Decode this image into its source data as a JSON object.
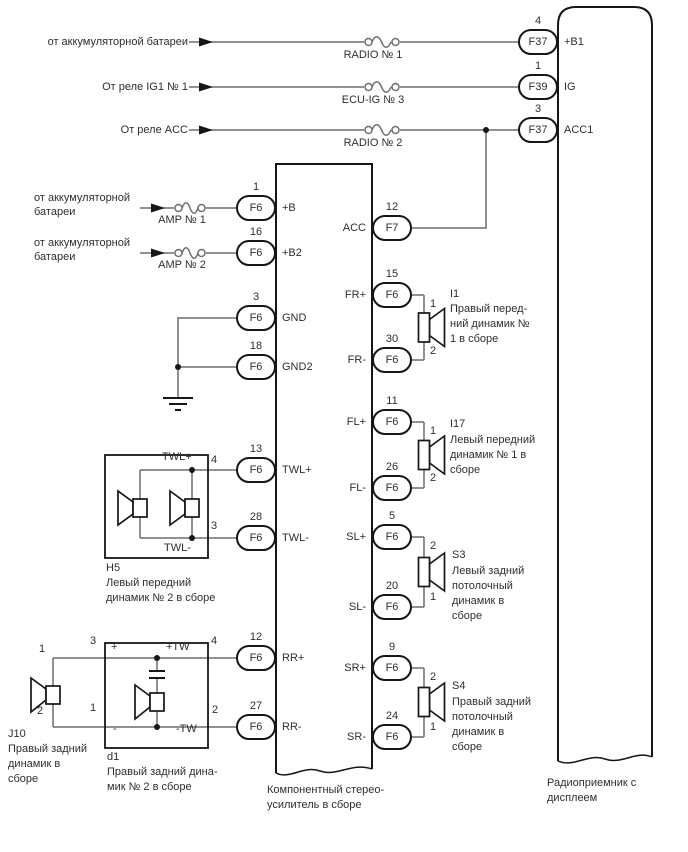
{
  "colors": {
    "wire": "#6a6f6f",
    "stroke": "#161616",
    "background": "#ffffff"
  },
  "sources": {
    "battery1": "от аккумуляторной батареи",
    "ig1_relay": "От реле IG1 № 1",
    "acc_relay": "От реле ACC",
    "battery_amp1": "от аккумуляторной\nбатареи",
    "battery_amp2": "от аккумуляторной\nбатареи"
  },
  "fuses": {
    "radio1": "RADIO № 1",
    "ecu_ig3": "ECU-IG № 3",
    "radio2": "RADIO № 2",
    "amp1": "AMP № 1",
    "amp2": "AMP № 2"
  },
  "radio": {
    "label": "Радиоприемник с\nдисплеем",
    "pins": [
      {
        "num": "4",
        "conn": "F37",
        "name": "+B1"
      },
      {
        "num": "1",
        "conn": "F39",
        "name": "IG"
      },
      {
        "num": "3",
        "conn": "F37",
        "name": "ACC1"
      }
    ]
  },
  "amp": {
    "label": "Компонентный стерео-\nусилитель в сборе",
    "left_pins": [
      {
        "num": "1",
        "conn": "F6",
        "name": "+B"
      },
      {
        "num": "16",
        "conn": "F6",
        "name": "+B2"
      },
      {
        "num": "3",
        "conn": "F6",
        "name": "GND"
      },
      {
        "num": "18",
        "conn": "F6",
        "name": "GND2"
      },
      {
        "num": "13",
        "conn": "F6",
        "name": "TWL+"
      },
      {
        "num": "28",
        "conn": "F6",
        "name": "TWL-"
      },
      {
        "num": "12",
        "conn": "F6",
        "name": "RR+"
      },
      {
        "num": "27",
        "conn": "F6",
        "name": "RR-"
      }
    ],
    "right_pins": [
      {
        "num": "12",
        "conn": "F7",
        "name": "ACC"
      },
      {
        "num": "15",
        "conn": "F6",
        "name": "FR+"
      },
      {
        "num": "30",
        "conn": "F6",
        "name": "FR-"
      },
      {
        "num": "11",
        "conn": "F6",
        "name": "FL+"
      },
      {
        "num": "26",
        "conn": "F6",
        "name": "FL-"
      },
      {
        "num": "5",
        "conn": "F6",
        "name": "SL+"
      },
      {
        "num": "20",
        "conn": "F6",
        "name": "SL-"
      },
      {
        "num": "9",
        "conn": "F6",
        "name": "SR+"
      },
      {
        "num": "24",
        "conn": "F6",
        "name": "SR-"
      }
    ]
  },
  "speakers": {
    "i1": {
      "id": "I1",
      "pin_top": "1",
      "pin_bottom": "2",
      "desc": "Правый перед-\nний динамик №\n1 в сборе"
    },
    "i17": {
      "id": "I17",
      "pin_top": "1",
      "pin_bottom": "2",
      "desc": "Левый передний\nдинамик № 1 в\nсборе"
    },
    "s3": {
      "id": "S3",
      "pin_top": "2",
      "pin_bottom": "1",
      "desc": "Левый задний\nпотолочный\nдинамик в\nсборе"
    },
    "s4": {
      "id": "S4",
      "pin_top": "2",
      "pin_bottom": "1",
      "desc": "Правый задний\nпотолочный\nдинамик в\nсборе"
    },
    "h5": {
      "id": "H5",
      "pin_top": "4",
      "pin_bottom": "3",
      "term_top": "TWL+",
      "term_bottom": "TWL-",
      "desc": "Левый передний\nдинамик № 2 в сборе"
    },
    "j10": {
      "id": "J10",
      "pin_top": "1",
      "pin_bottom": "2",
      "desc": "Правый задний\nдинамик в\nсборе"
    },
    "d1": {
      "id": "d1",
      "pin_tl": "3",
      "pin_tr": "4",
      "pin_bl": "1",
      "pin_br": "2",
      "term_tl": "+",
      "term_tr": "+TW",
      "term_bl": "-",
      "term_br": "-TW",
      "desc": "Правый задний дина-\nмик № 2 в сборе"
    }
  }
}
